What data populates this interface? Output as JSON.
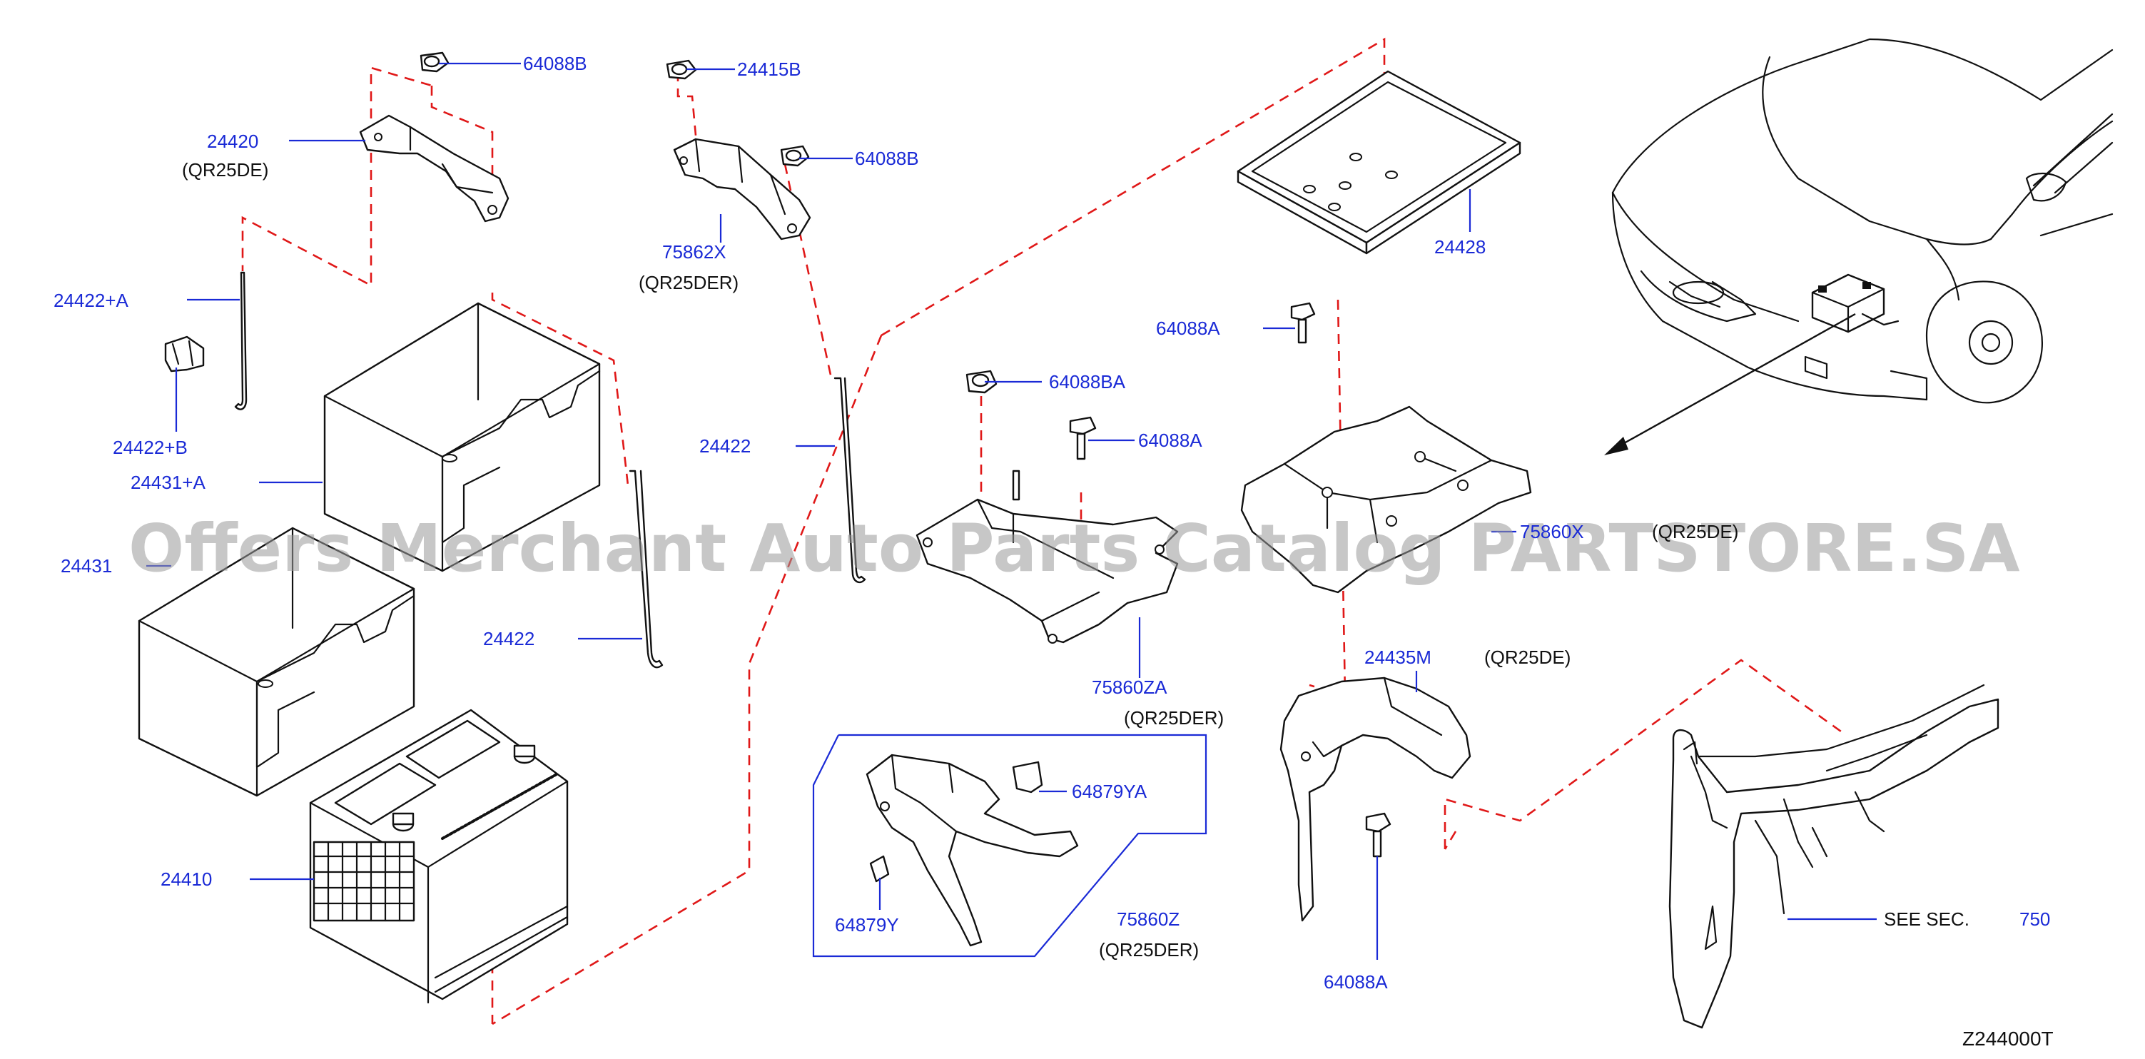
{
  "diagram": {
    "watermark": "Offers Merchant Auto Parts Catalog PARTSTORE.SA",
    "figure_code": "Z244000T",
    "see_section": {
      "prefix": "SEE   SEC.",
      "number": "750"
    },
    "parts": [
      {
        "id": "p1",
        "number": "64088B"
      },
      {
        "id": "p2",
        "number": "24420",
        "note": "(QR25DE)"
      },
      {
        "id": "p3",
        "number": "24415B"
      },
      {
        "id": "p4",
        "number": "64088B"
      },
      {
        "id": "p5",
        "number": "75862X",
        "note": "(QR25DER)"
      },
      {
        "id": "p6",
        "number": "24422+A"
      },
      {
        "id": "p7",
        "number": "24422+B"
      },
      {
        "id": "p8",
        "number": "24431+A"
      },
      {
        "id": "p9",
        "number": "24431"
      },
      {
        "id": "p10",
        "number": "24422"
      },
      {
        "id": "p11",
        "number": "24422"
      },
      {
        "id": "p12",
        "number": "24410"
      },
      {
        "id": "p13",
        "number": "24428"
      },
      {
        "id": "p14",
        "number": "64088A"
      },
      {
        "id": "p15",
        "number": "64088BA"
      },
      {
        "id": "p16",
        "number": "64088A"
      },
      {
        "id": "p17",
        "number": "75860ZA",
        "note": "(QR25DER)"
      },
      {
        "id": "p18",
        "number": "75860X",
        "note": "(QR25DE)"
      },
      {
        "id": "p19",
        "number": "24435M",
        "note": "(QR25DE)"
      },
      {
        "id": "p20",
        "number": "64088A"
      },
      {
        "id": "p21",
        "number": "64879YA"
      },
      {
        "id": "p22",
        "number": "64879Y"
      },
      {
        "id": "p23",
        "number": "75860Z",
        "note": "(QR25DER)"
      }
    ]
  }
}
